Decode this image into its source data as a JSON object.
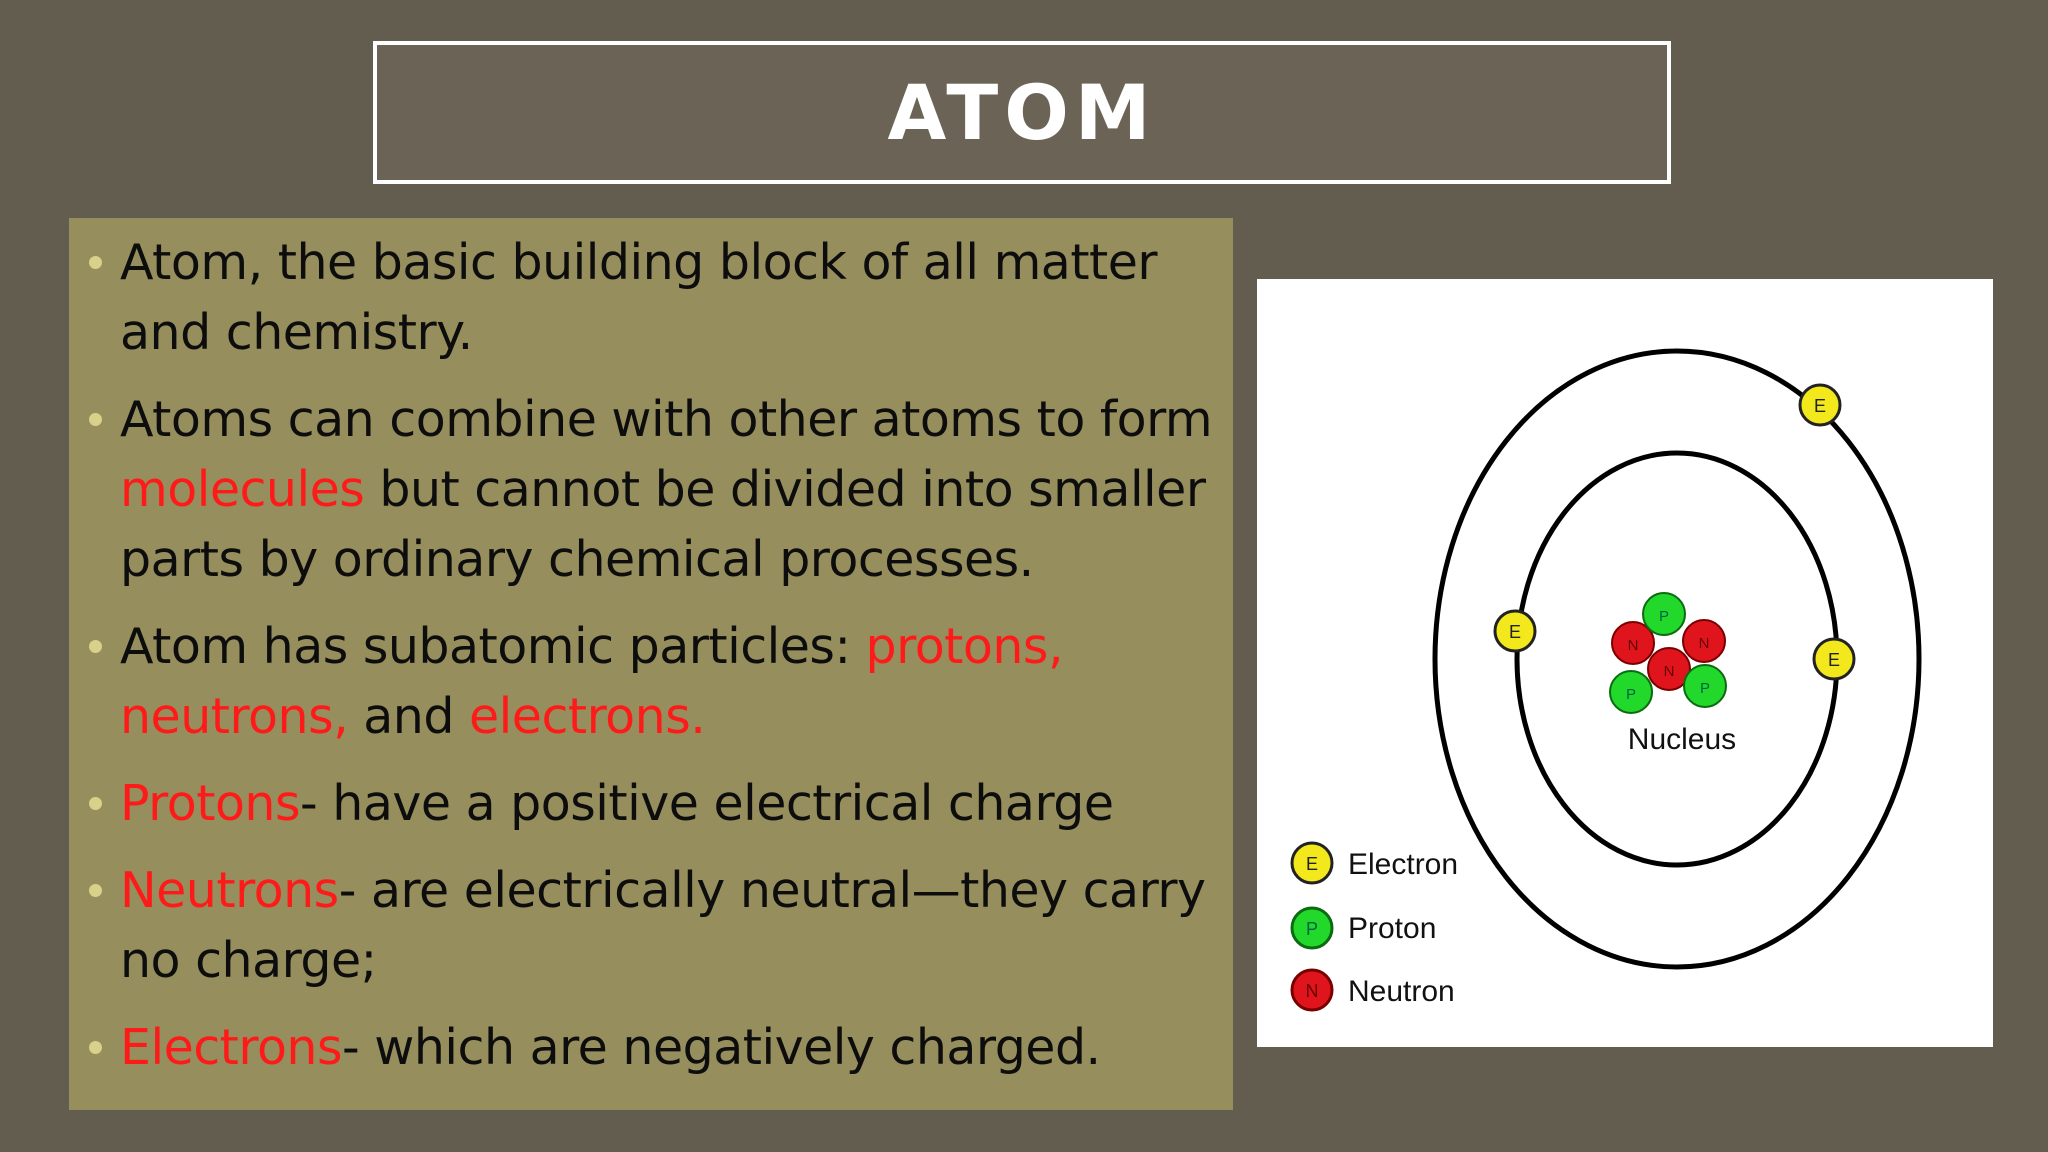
{
  "slide": {
    "title": "ATOM"
  },
  "bullets": [
    {
      "segments": [
        {
          "text": "Atom, the basic building block of all matter and chemistry.",
          "color": "#0d0d0d"
        }
      ]
    },
    {
      "segments": [
        {
          "text": "Atoms can combine with other atoms to form ",
          "color": "#0d0d0d"
        },
        {
          "text": "molecules",
          "color": "#ff1a1a"
        },
        {
          "text": " but cannot be divided into smaller parts by ordinary chemical processes.",
          "color": "#0d0d0d"
        }
      ]
    },
    {
      "segments": [
        {
          "text": "Atom has subatomic particles: ",
          "color": "#0d0d0d"
        },
        {
          "text": "protons, neutrons,",
          "color": "#ff1a1a"
        },
        {
          "text": " and ",
          "color": "#0d0d0d"
        },
        {
          "text": "electrons.",
          "color": "#ff1a1a"
        }
      ]
    },
    {
      "segments": [
        {
          "text": "Protons",
          "color": "#ff1a1a"
        },
        {
          "text": "-  have a positive electrical charge",
          "color": "#0d0d0d"
        }
      ]
    },
    {
      "segments": [
        {
          "text": "Neutrons",
          "color": "#ff1a1a"
        },
        {
          "text": "- are electrically neutral—they carry no charge;",
          "color": "#0d0d0d"
        }
      ]
    },
    {
      "segments": [
        {
          "text": "Electrons",
          "color": "#ff1a1a"
        },
        {
          "text": "- which are negatively charged.",
          "color": "#0d0d0d"
        }
      ]
    }
  ],
  "diagram": {
    "nucleus_label": "Nucleus",
    "electron_letter": "E",
    "proton_letter": "P",
    "neutron_letter": "N",
    "legend": {
      "electron": "Electron",
      "proton": "Proton",
      "neutron": "Neutron"
    },
    "colors": {
      "electron": "#f2e81c",
      "proton": "#22d82a",
      "neutron": "#e0141c",
      "accent_red": "#ff1a1a",
      "panel": "#968e5c",
      "background": "#635d4f"
    }
  }
}
